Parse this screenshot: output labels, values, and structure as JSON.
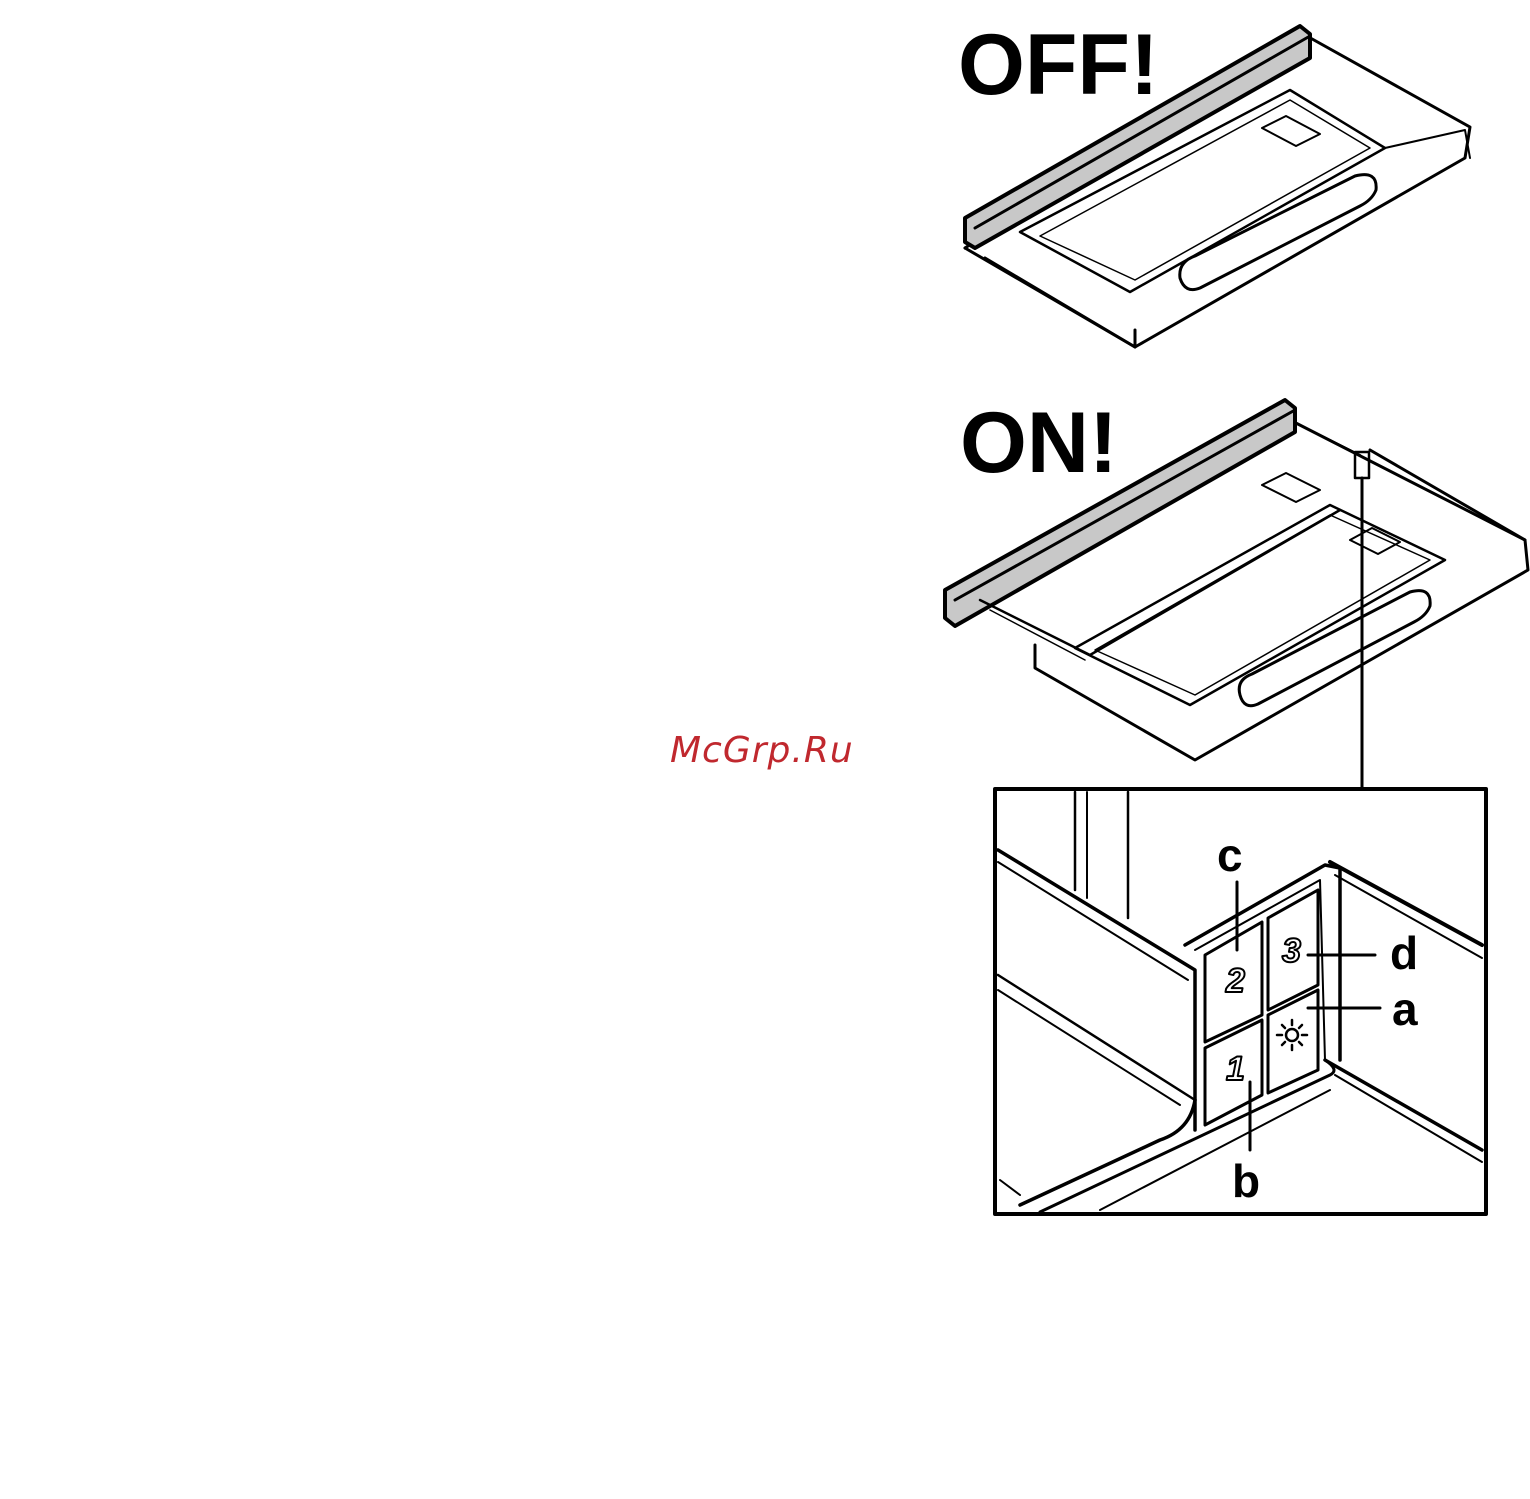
{
  "labels": {
    "off": "OFF!",
    "on": "ON!"
  },
  "watermark": "McGrp.Ru",
  "callouts": {
    "a": "a",
    "b": "b",
    "c": "c",
    "d": "d"
  },
  "buttons": {
    "speed_1": "1",
    "speed_2": "2",
    "speed_3": "3",
    "light": "light-icon"
  }
}
